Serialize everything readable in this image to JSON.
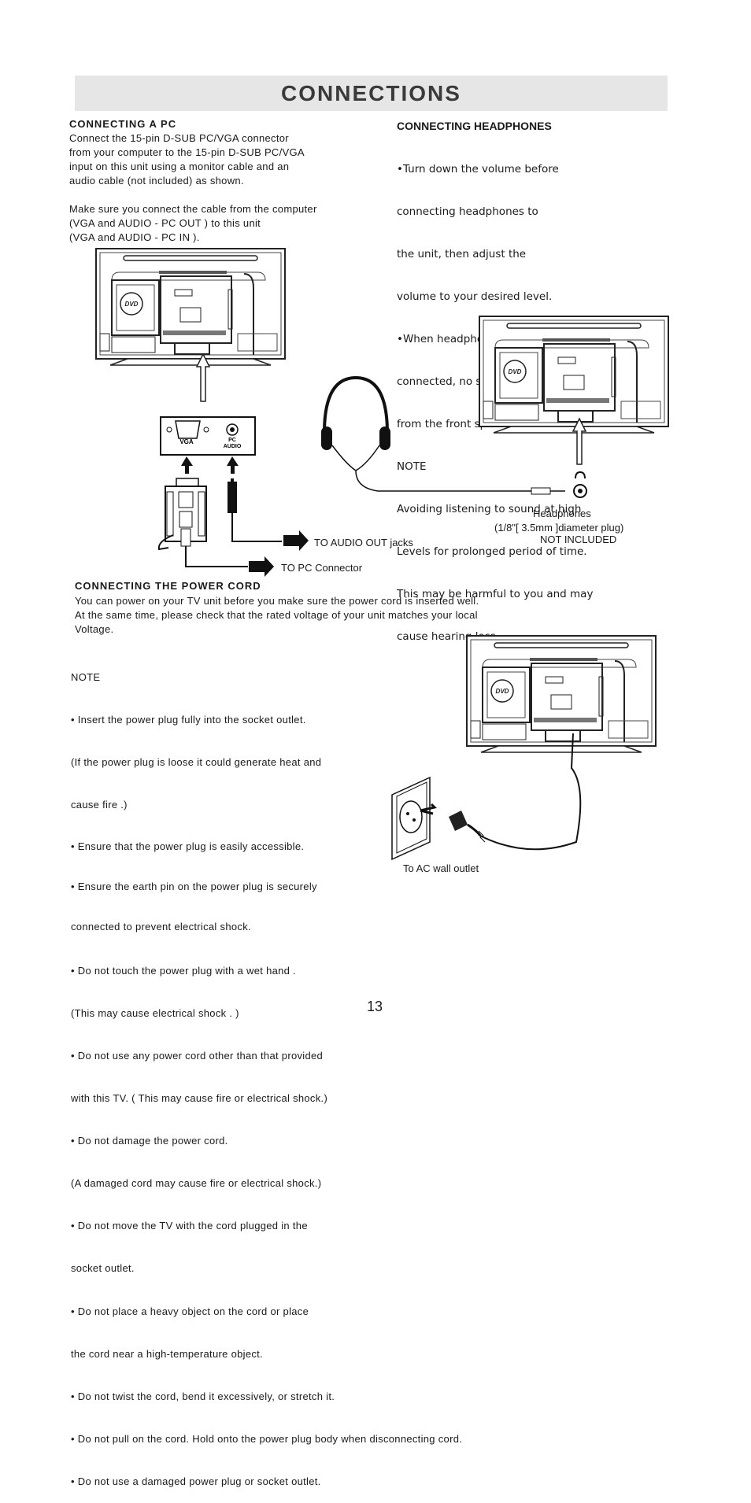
{
  "title": "CONNECTIONS",
  "pc": {
    "heading": "CONNECTING A PC",
    "para1": [
      "Connect the 15-pin D-SUB PC/VGA connector",
      "from your computer to the 15-pin D-SUB PC/VGA",
      "input on this unit using a monitor cable and an",
      "audio cable (not included) as shown."
    ],
    "para2": [
      "Make sure you connect the cable from the computer",
      "(VGA  and  AUDIO - PC OUT  ) to this unit",
      "(VGA  and AUDIO - PC IN  )."
    ],
    "port_vga": "VGA",
    "port_pc": "PC",
    "port_audio": "AUDIO",
    "to_audio": "TO AUDIO OUT jacks",
    "to_pc": "TO PC Connector"
  },
  "headphones": {
    "heading": "CONNECTING HEADPHONES",
    "lines": [
      "•Turn down the volume before",
      "   connecting headphones to",
      "   the unit, then adjust the",
      "   volume to your desired level.",
      "•When headphones are",
      "   connected, no sound will come",
      "   from the front speakers.",
      "NOTE",
      "Avoiding listening to sound at high",
      "Levels for prolonged period of time.",
      "This may be harmful to you and may",
      "cause hearing loss."
    ],
    "label1": "Headphones",
    "label2": "(1/8\"[ 3.5mm ]diameter plug)",
    "label3": "NOT INCLUDED"
  },
  "power": {
    "heading": "CONNECTING THE POWER CORD",
    "intro": [
      "You can power on your TV unit before you make sure the power cord is inserted well.",
      "At the same time, please check that the rated voltage of your unit matches your local",
      "Voltage."
    ],
    "note_title": "NOTE",
    "notes": [
      "•  Insert the power plug fully into the socket outlet.",
      "(If the power plug is loose   it could generate heat and",
      "cause fire  .)",
      "•  Ensure that the power plug is easily accessible.",
      "•  Ensure the earth pin on the power plug is securely",
      " connected to prevent electrical shock.",
      "•  Do not touch the power plug with a wet hand .",
      "(This may cause electrical shock . )",
      "•  Do not use any power cord other than that provided",
      "with this TV. ( This may cause fire or electrical shock.)",
      "•  Do not damage the power cord.",
      "(A damaged cord may cause fire or electrical shock.)",
      "• Do not move the TV with the cord plugged in the",
      "socket outlet.",
      "• Do not place a heavy object on the cord or place",
      "the cord near a high-temperature object.",
      "• Do not twist the cord, bend it excessively, or stretch it.",
      "• Do not pull on the cord. Hold onto the power plug body when disconnecting cord.",
      "• Do not use a damaged power plug or socket outlet."
    ],
    "outlet_label": "To  AC  wall  outlet"
  },
  "page_number": "13",
  "dvd_logo": "DVD"
}
